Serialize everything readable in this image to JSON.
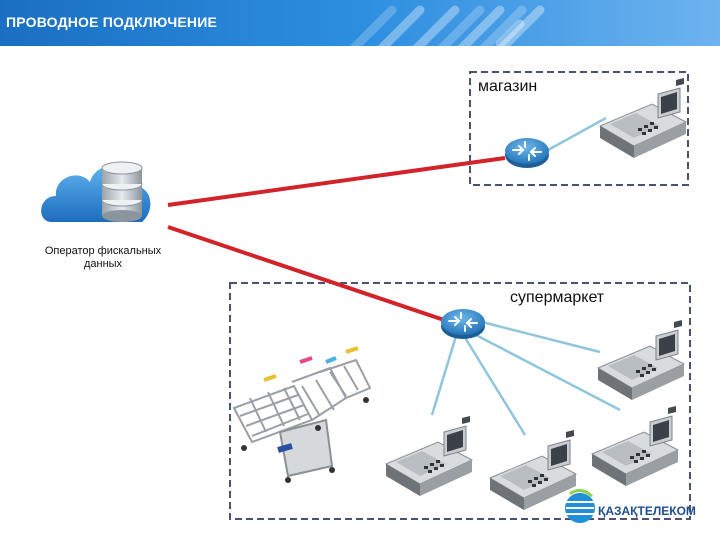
{
  "header": {
    "title": "ПРОВОДНОЕ ПОДКЛЮЧЕНИЕ"
  },
  "nodes": {
    "operator": {
      "label": "Оператор фискальных данных",
      "icon": "cloud-database-icon"
    },
    "shop": {
      "label": "магазин",
      "router_icon": "router-icon",
      "terminal_icon": "cash-register-icon"
    },
    "supermarket": {
      "label": "супермаркет",
      "router_icon": "router-icon",
      "terminal_icon": "cash-register-icon",
      "terminal_count": 4,
      "extra_icon": "shopping-carts-icon"
    }
  },
  "logo": {
    "text": "ҚАЗАҚТЕЛЕКОМ",
    "icon": "kazakhtelecom-logo-icon"
  },
  "colors": {
    "header_start": "#1a6fc2",
    "header_end": "#6db3ef",
    "wired_link": "#d3232a",
    "local_link": "#8fc6dc",
    "zone_border": "#4a5470",
    "router": "#2f7fc1"
  }
}
